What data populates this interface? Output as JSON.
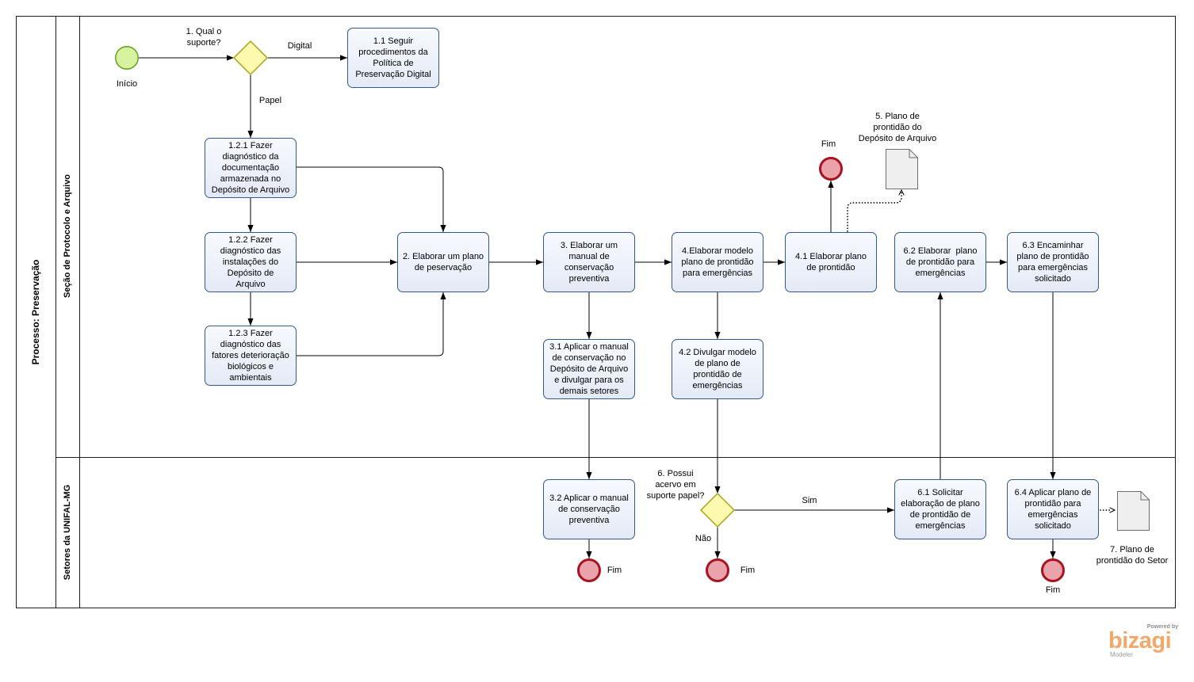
{
  "pool": {
    "label": "Processo: Preservação",
    "lanes": [
      {
        "label": "Seção de Protocolo e Arquivo"
      },
      {
        "label": "Setores da UNIFAL-MG"
      }
    ]
  },
  "events": {
    "start": {
      "label": "Início"
    },
    "end_3_2": {
      "label": "Fim"
    },
    "end_4_1": {
      "label": "Fim"
    },
    "end_gateway_6": {
      "label": "Fim"
    },
    "end_6_4": {
      "label": "Fim"
    }
  },
  "gateways": {
    "g1": {
      "label": "1. Qual o\nsuporte?"
    },
    "g6": {
      "label": "6. Possui\nacervo em\nsuporte papel?"
    }
  },
  "flow_labels": {
    "digital": "Digital",
    "papel": "Papel",
    "sim": "Sim",
    "nao": "Não"
  },
  "tasks": {
    "t1_1": {
      "label": "1.1 Seguir\nprocedimentos da\nPolítica de\nPreservação Digital"
    },
    "t1_2_1": {
      "label": "1.2.1 Fazer\ndiagnóstico da\ndocumentação\narmazenada no\nDepósito de Arquivo"
    },
    "t1_2_2": {
      "label": "1.2.2 Fazer\ndiagnóstico das\ninstalações do\nDepósito de\nArquivo"
    },
    "t1_2_3": {
      "label": "1.2.3 Fazer\ndiagnóstico das\nfatores deterioração\nbiológicos e\nambientais"
    },
    "t2": {
      "label": "2. Elaborar um plano\nde peservação"
    },
    "t3": {
      "label": "3. Elaborar um\nmanual de\nconservação\npreventiva"
    },
    "t3_1": {
      "label": "3.1 Aplicar o manual\nde conservação no\nDepósito de Arquivo\ne divulgar para os\ndemais setores"
    },
    "t3_2": {
      "label": "3.2 Aplicar o manual\nde conservação\npreventiva"
    },
    "t4": {
      "label": "4.Elaborar modelo\nplano de prontidão\npara emergências"
    },
    "t4_1": {
      "label": "4.1 Elaborar plano\nde prontidão"
    },
    "t4_2": {
      "label": "4.2 Divulgar modelo\nde plano de\nprontidão de\nemergências"
    },
    "t6_1": {
      "label": "6.1 Solicitar\nelaboração de plano\nde prontidão de\nemergências"
    },
    "t6_2": {
      "label": "6.2 Elaborar  plano\nde prontidão para\nemergências"
    },
    "t6_3": {
      "label": "6.3 Encaminhar\nplano de prontidão\npara emergências\nsolicitado"
    },
    "t6_4": {
      "label": "6.4 Aplicar plano de\nprontidão para\nemergências\nsolicitado"
    }
  },
  "artifacts": {
    "doc5": {
      "label": "5. Plano de\nprontidão do\nDepósito de Arquivo"
    },
    "doc7": {
      "label": "7. Plano de\nprontidão do Setor"
    }
  },
  "branding": {
    "powered_by": "Powered by",
    "logo": "bizagi",
    "product": "Modeler"
  },
  "colors": {
    "task_fill": "#e4eaf6",
    "task_border": "#34578c",
    "start_fill": "#d9f2a0",
    "start_border": "#6aa428",
    "end_fill": "#eaa2ab",
    "end_border": "#a8131f",
    "gateway_fill": "#fdf9ae",
    "gateway_border": "#b0aa2c",
    "document_fill": "#efefef",
    "logo": "#f2a86a"
  }
}
